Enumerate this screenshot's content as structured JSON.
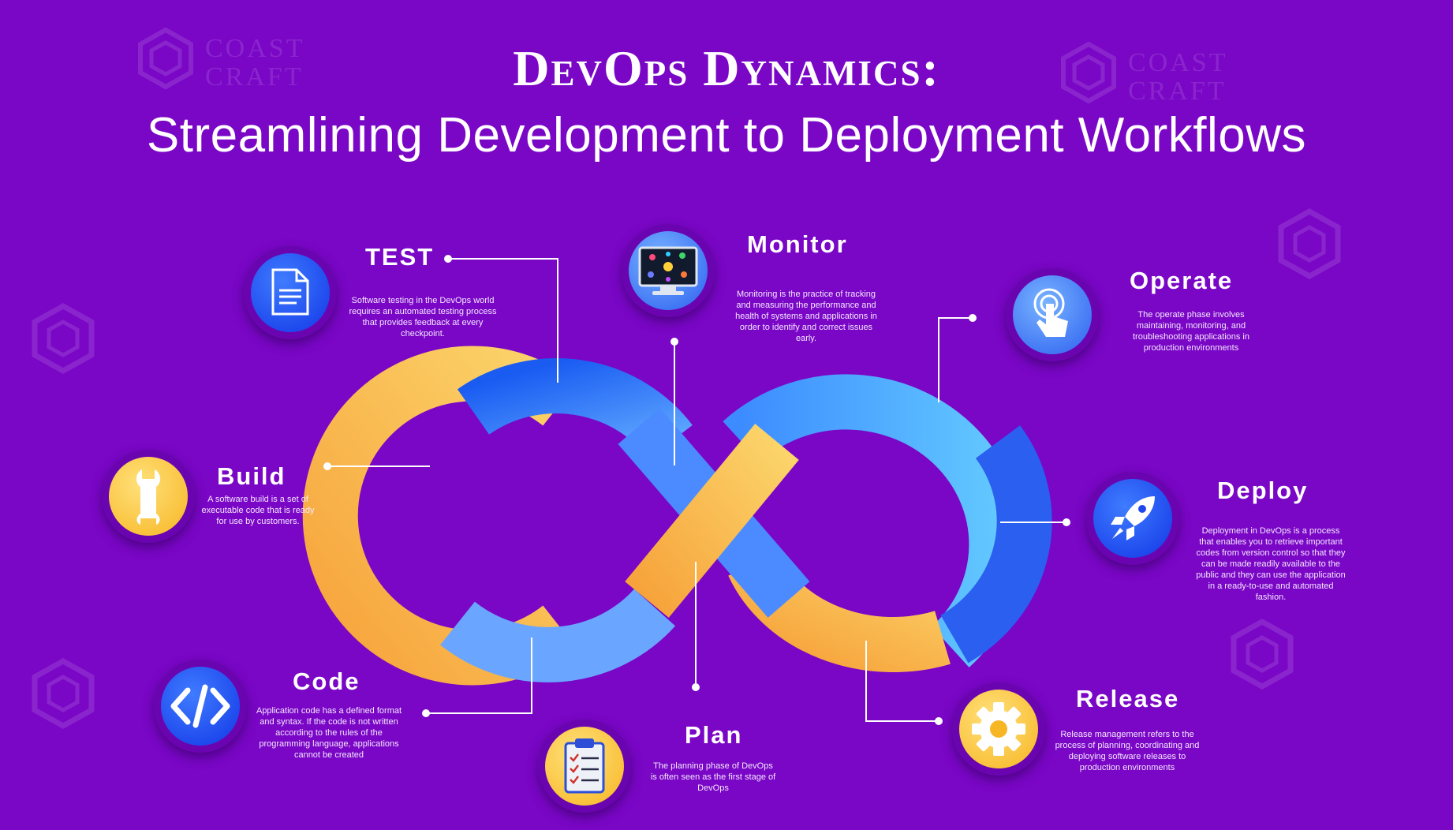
{
  "header": {
    "title": "DevOps Dynamics:",
    "subtitle": "Streamlining Development to Deployment Workflows"
  },
  "watermark": {
    "line1": "COAST",
    "line2": "CRAFT"
  },
  "stages": {
    "test": {
      "label": "TEST",
      "description": "Software testing in the DevOps world requires an automated testing process that provides feedback at every checkpoint.",
      "icon": "document-icon"
    },
    "monitor": {
      "label": "Monitor",
      "description": "Monitoring is the practice of tracking and measuring the performance and health of systems and applications in order to identify and correct issues early.",
      "icon": "monitor-screen-icon"
    },
    "operate": {
      "label": "Operate",
      "description": "The operate phase involves maintaining, monitoring, and troubleshooting applications in production environments",
      "icon": "touch-hand-icon"
    },
    "build": {
      "label": "Build",
      "description": "A software build is a set of executable code that is ready for use by customers.",
      "icon": "wrench-icon"
    },
    "deploy": {
      "label": "Deploy",
      "description": "Deployment in DevOps is a process that enables you to retrieve important codes from version control so that they can be made readily available to the public and they can use the application in a ready-to-use and automated fashion.",
      "icon": "rocket-icon"
    },
    "code": {
      "label": "Code",
      "description": "Application code has a defined format and syntax. If the code is not written according to the rules of the programming language, applications cannot be created",
      "icon": "code-brackets-icon"
    },
    "plan": {
      "label": "Plan",
      "description": "The planning phase of DevOps is often seen as the first stage of DevOps",
      "icon": "clipboard-checklist-icon"
    },
    "release": {
      "label": "Release",
      "description": "Release management refers to the process of planning, coordinating and deploying software releases to production environments",
      "icon": "gear-icon"
    }
  },
  "colors": {
    "background": "#7a06c6",
    "loop_blue": "#2f73f5",
    "loop_orange": "#f7b34a",
    "icon_blue": "#1f4cf0",
    "icon_yellow": "#f9c440"
  }
}
